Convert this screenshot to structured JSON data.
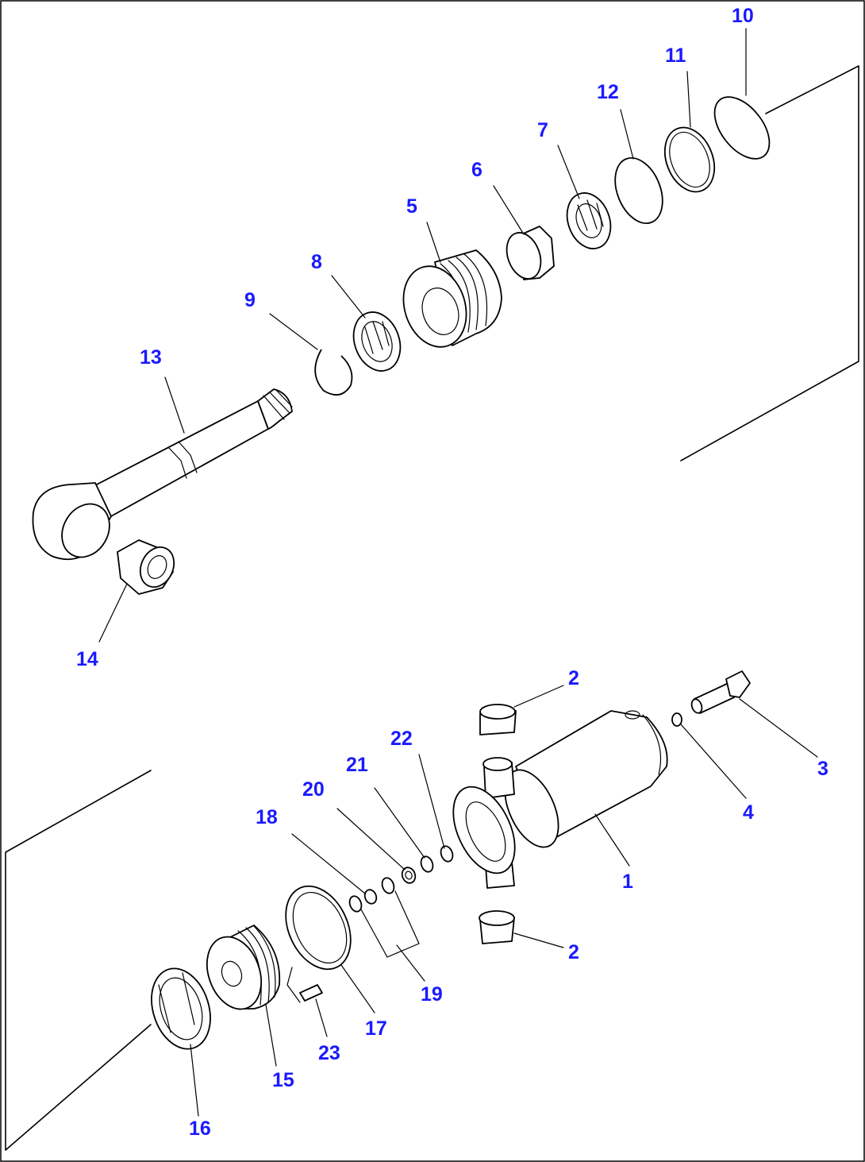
{
  "diagram": {
    "labels": {
      "p1": "1",
      "p2a": "2",
      "p2b": "2",
      "p3": "3",
      "p4": "4",
      "p5": "5",
      "p6": "6",
      "p7": "7",
      "p8": "8",
      "p9": "9",
      "p10": "10",
      "p11": "11",
      "p12": "12",
      "p13": "13",
      "p14": "14",
      "p15": "15",
      "p16": "16",
      "p17": "17",
      "p18": "18",
      "p19": "19",
      "p20": "20",
      "p21": "21",
      "p22": "22",
      "p23": "23"
    },
    "label_color": "#1a1aff",
    "line_color": "#000000"
  }
}
